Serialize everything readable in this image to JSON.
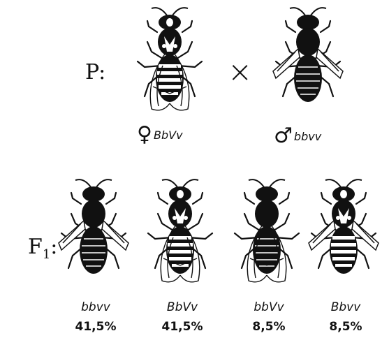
{
  "parents": {
    "label": "P:",
    "cross_symbol": "×",
    "female": {
      "sex_symbol": "♀",
      "genotype": "BbVv"
    },
    "male": {
      "sex_symbol": "♂",
      "genotype": "bbvv"
    }
  },
  "f1": {
    "label_main": "F",
    "label_sub": "1",
    "label_colon": ":",
    "offspring": [
      {
        "genotype": "bbvv",
        "percent": "41,5%",
        "body": "black",
        "wings": "short"
      },
      {
        "genotype": "BbVv",
        "percent": "41,5%",
        "body": "grey",
        "wings": "long"
      },
      {
        "genotype": "bbVv",
        "percent": "8,5%",
        "body": "black",
        "wings": "long"
      },
      {
        "genotype": "Bbvv",
        "percent": "8,5%",
        "body": "grey",
        "wings": "short"
      }
    ]
  }
}
